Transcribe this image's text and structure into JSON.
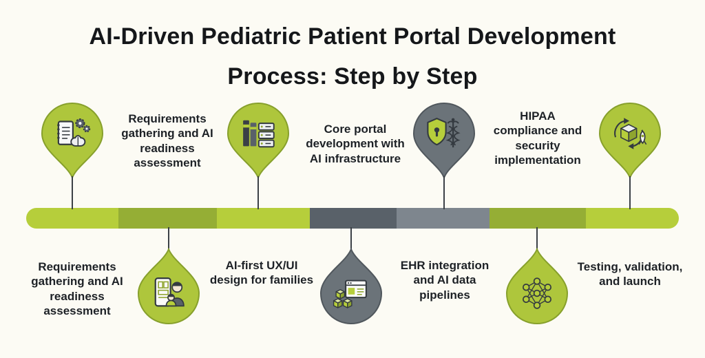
{
  "title": {
    "line1": "AI-Driven Pediatric Patient Portal Development",
    "line2": "Process: Step by Step"
  },
  "colors": {
    "background": "#fcfbf4",
    "title_text": "#15171a",
    "label_text": "#1d2126",
    "stem": "#3b4046",
    "pin_green": "#aec63c",
    "pin_green_border": "#87a02c",
    "pin_gray": "#6b7379",
    "pin_gray_border": "#50575d"
  },
  "bar_segment_colors": [
    "#b6ce3b",
    "#95ae35",
    "#b6ce3b",
    "#596169",
    "#7e868e",
    "#95ae35",
    "#b6ce3b"
  ],
  "steps": [
    {
      "label": "Requirements gathering and AI readiness assessment",
      "marker": "above",
      "pin": "green",
      "icon": "notebook-brain-gears-icon"
    },
    {
      "label": "Requirements gathering and AI readiness assessment",
      "marker": "below",
      "pin": "green",
      "icon": "phone-family-icon"
    },
    {
      "label": "AI-first UX/UI design for families",
      "marker": "above",
      "pin": "green",
      "icon": "books-server-icon"
    },
    {
      "label": "Core portal development with AI infrastructure",
      "marker": "below",
      "pin": "gray",
      "icon": "cubes-browser-icon"
    },
    {
      "label": "EHR integration and AI data pipelines",
      "marker": "above",
      "pin": "gray",
      "icon": "shield-caduceus-icon"
    },
    {
      "label": "HIPAA compliance and security implementation",
      "marker": "below",
      "pin": "green",
      "icon": "neural-network-icon"
    },
    {
      "label": "Testing, validation, and launch",
      "marker": "above",
      "pin": "green",
      "icon": "cube-arrows-rocket-icon"
    }
  ]
}
